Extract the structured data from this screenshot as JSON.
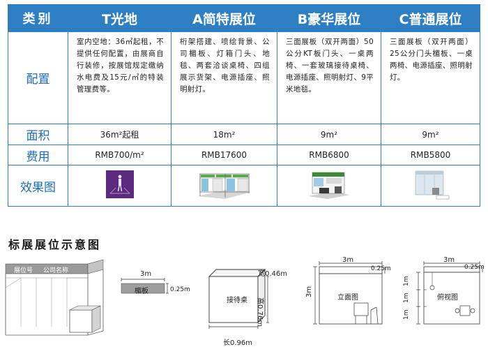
{
  "table": {
    "corner": "类别",
    "columns": [
      "T光地",
      "A简特展位",
      "B豪华展位",
      "C普通展位"
    ],
    "rows": {
      "config_label": "配置",
      "area_label": "面积",
      "fee_label": "费用",
      "effect_label": "效果图"
    },
    "config": [
      "室内空地：36㎡起租，不提供任何配置，由展商自行装修，按展馆规定缴纳水电费及15元/㎡的特装管理费等。",
      "桁架搭建、喷绘背景、公司楣板、灯箱门头、地毯、两套洽谈桌椅、四组展示货架、电源插座、照明射灯。",
      "三面展板（双开两面）50公分KT板门头、一桌两椅、一套玻璃接待桌椅、电源插座、照明射灯、9平米地毯。",
      "三面展板（双开两面）25公分门头楣板、一桌两椅、电源插座、照明射灯。"
    ],
    "area": [
      "36m²起租",
      "18m²",
      "9m²",
      "9m²"
    ],
    "fee": [
      "RMB700/m²",
      "RMB17600",
      "RMB6800",
      "RMB5800"
    ]
  },
  "section_title": "标展展位示意图",
  "diagrams": {
    "booth_no": "展位号",
    "company": "公司名称",
    "fascia_width": "3m",
    "fascia": "楣板",
    "fascia_height": "0.25m",
    "reception_width": "宽0.46m",
    "reception_height": "高0.76m",
    "reception": "接待桌",
    "reception_length": "长0.96m",
    "elevation_width": "3m",
    "elevation_top": "0.25m",
    "elevation_height": "3m",
    "elevation": "立面图",
    "plan_width": "3m",
    "plan_top": "0.25m",
    "plan_segments": [
      "1m",
      "1m",
      "1m"
    ],
    "plan": "俯视图"
  },
  "colors": {
    "accent": "#2e7ec4",
    "row_label": "#1d6db6"
  }
}
